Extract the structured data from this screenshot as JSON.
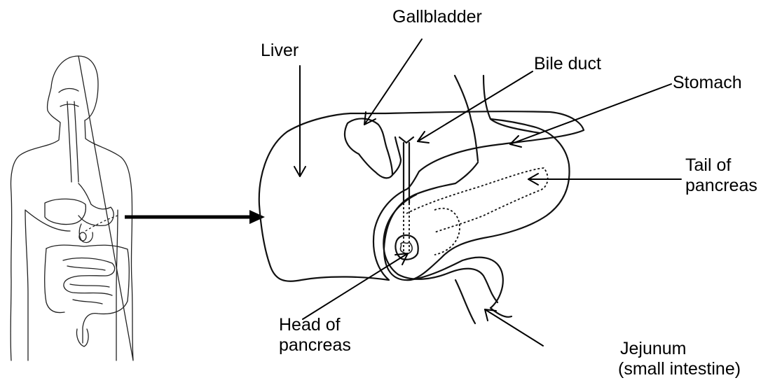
{
  "labels": {
    "gallbladder": "Gallbladder",
    "liver": "Liver",
    "bile_duct": "Bile duct",
    "stomach": "Stomach",
    "tail_line1": "Tail of",
    "tail_line2": "pancreas",
    "head_line1": "Head of",
    "head_line2": "pancreas",
    "jejunum_line1": "Jejunum",
    "jejunum_line2": "(small intestine)"
  },
  "colors": {
    "line": "#111111",
    "background": "#ffffff"
  }
}
